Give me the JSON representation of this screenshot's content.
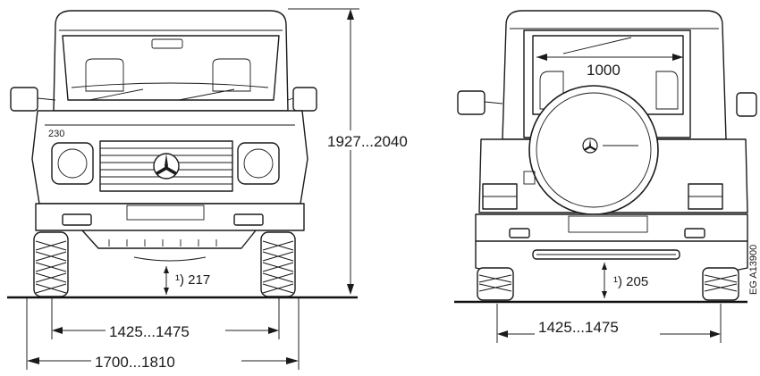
{
  "front_view": {
    "height_label": "1927...2040",
    "ground_clearance_label": "¹) 217",
    "track_width_label": "1425...1475",
    "overall_width_label": "1700...1810"
  },
  "rear_view": {
    "window_width_label": "1000",
    "ground_clearance_label": "¹) 205",
    "track_width_label": "1425...1475"
  },
  "drawing_code": "EG A13900",
  "colors": {
    "line": "#1a1a1a",
    "background": "#ffffff"
  }
}
